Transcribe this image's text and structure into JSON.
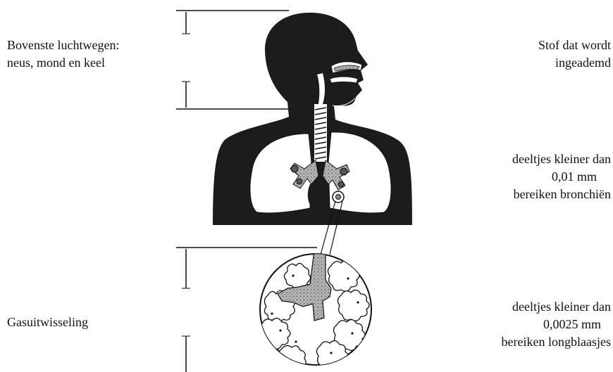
{
  "labels": {
    "upper_airways": [
      "Bovenste luchtwegen:",
      "neus, mond en keel"
    ],
    "inhaled": [
      "Stof dat wordt",
      "ingeademd"
    ],
    "bronchi": [
      "deeltjes kleiner dan",
      "0,01 mm",
      "bereiken bronchiën"
    ],
    "gas_exchange": "Gasuitwisseling",
    "alveoli": [
      "deeltjes kleiner dan",
      "0,0025 mm",
      "bereiken longblaasjes"
    ]
  },
  "colors": {
    "ink": "#111111",
    "silhouette": "#1c1c1c",
    "lung": "#ffffff",
    "grey_fill": "#9a9a9a"
  }
}
